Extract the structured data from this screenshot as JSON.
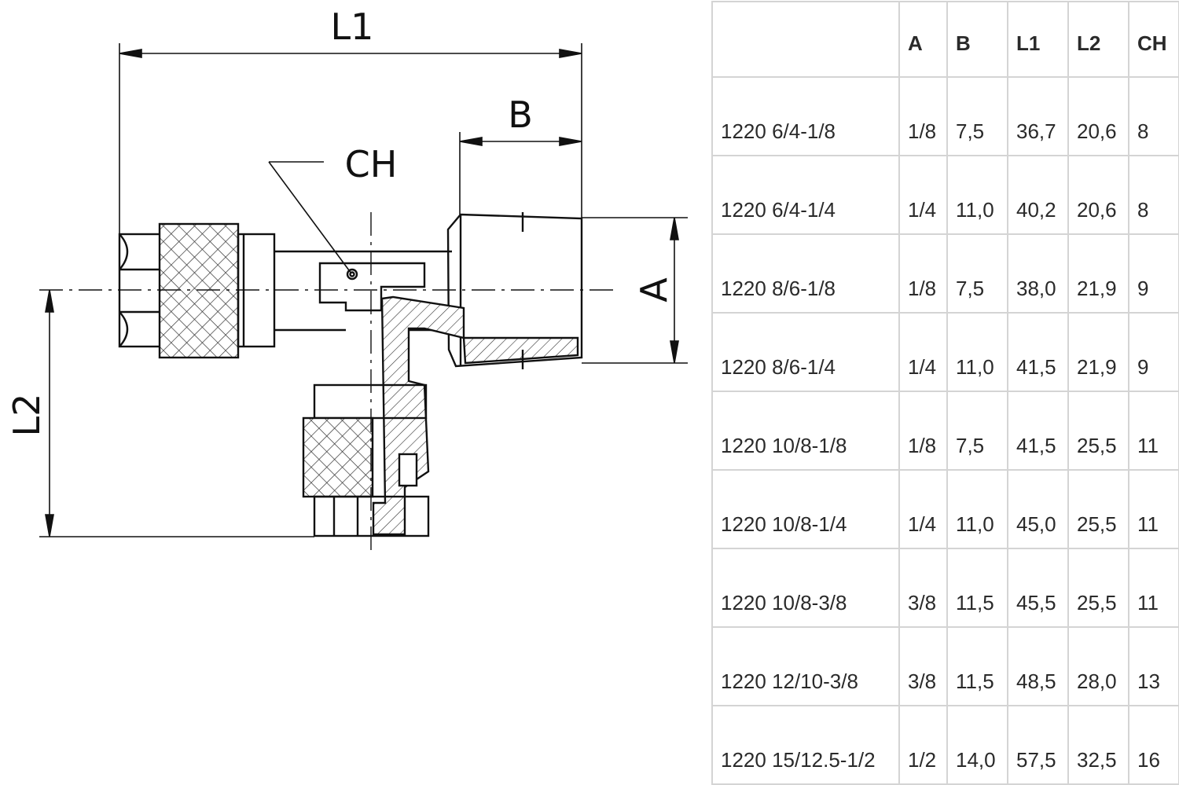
{
  "drawing": {
    "labels": {
      "l1": "L1",
      "b": "B",
      "ch": "CH",
      "a": "A",
      "l2": "L2"
    }
  },
  "table": {
    "columns": [
      "",
      "A",
      "B",
      "L1",
      "L2",
      "CH"
    ],
    "rows": [
      [
        "1220 6/4-1/8",
        "1/8",
        "7,5",
        "36,7",
        "20,6",
        "8"
      ],
      [
        "1220 6/4-1/4",
        "1/4",
        "11,0",
        "40,2",
        "20,6",
        "8"
      ],
      [
        "1220 8/6-1/8",
        "1/8",
        "7,5",
        "38,0",
        "21,9",
        "9"
      ],
      [
        "1220 8/6-1/4",
        "1/4",
        "11,0",
        "41,5",
        "21,9",
        "9"
      ],
      [
        "1220 10/8-1/8",
        "1/8",
        "7,5",
        "41,5",
        "25,5",
        "11"
      ],
      [
        "1220 10/8-1/4",
        "1/4",
        "11,0",
        "45,0",
        "25,5",
        "11"
      ],
      [
        "1220 10/8-3/8",
        "3/8",
        "11,5",
        "45,5",
        "25,5",
        "11"
      ],
      [
        "1220 12/10-3/8",
        "3/8",
        "11,5",
        "48,5",
        "28,0",
        "13"
      ],
      [
        "1220 15/12.5-1/2",
        "1/2",
        "14,0",
        "57,5",
        "32,5",
        "16"
      ]
    ]
  }
}
